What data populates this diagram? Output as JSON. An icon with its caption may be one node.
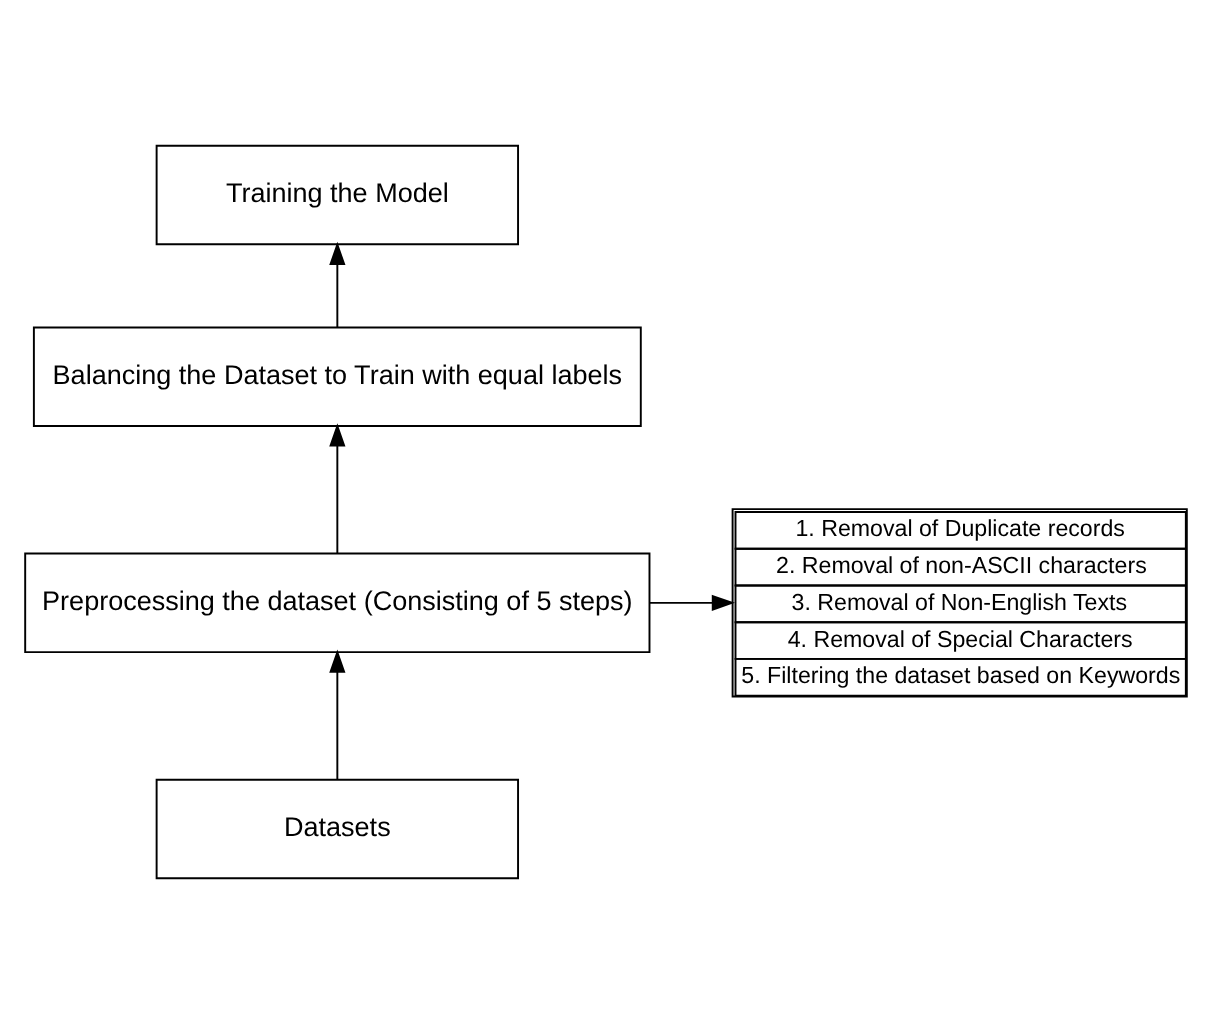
{
  "diagram": {
    "nodes": [
      {
        "text": [
          "Training the Model"
        ]
      },
      {
        "text": [
          "Balancing the Dataset to Train with equal labels"
        ]
      },
      {
        "text": [
          "Preprocessing the dataset (Consisting of 5 steps)"
        ]
      },
      {
        "text": [
          "1. Removal of Duplicate records",
          "2. Removal of non-ASCII characters",
          "3. Removal of Non-English Texts",
          "4. Removal of Special Characters",
          "5. Filtering the dataset based on Keywords"
        ]
      },
      {
        "text": [
          "Datasets"
        ]
      }
    ],
    "edges": [
      {
        "from": 4,
        "to": 2,
        "arrow": "to"
      },
      {
        "from": 2,
        "to": 1,
        "arrow": "to"
      },
      {
        "from": 1,
        "to": 0,
        "arrow": "to"
      },
      {
        "from": 2,
        "to": 3,
        "arrow": "to"
      }
    ]
  }
}
